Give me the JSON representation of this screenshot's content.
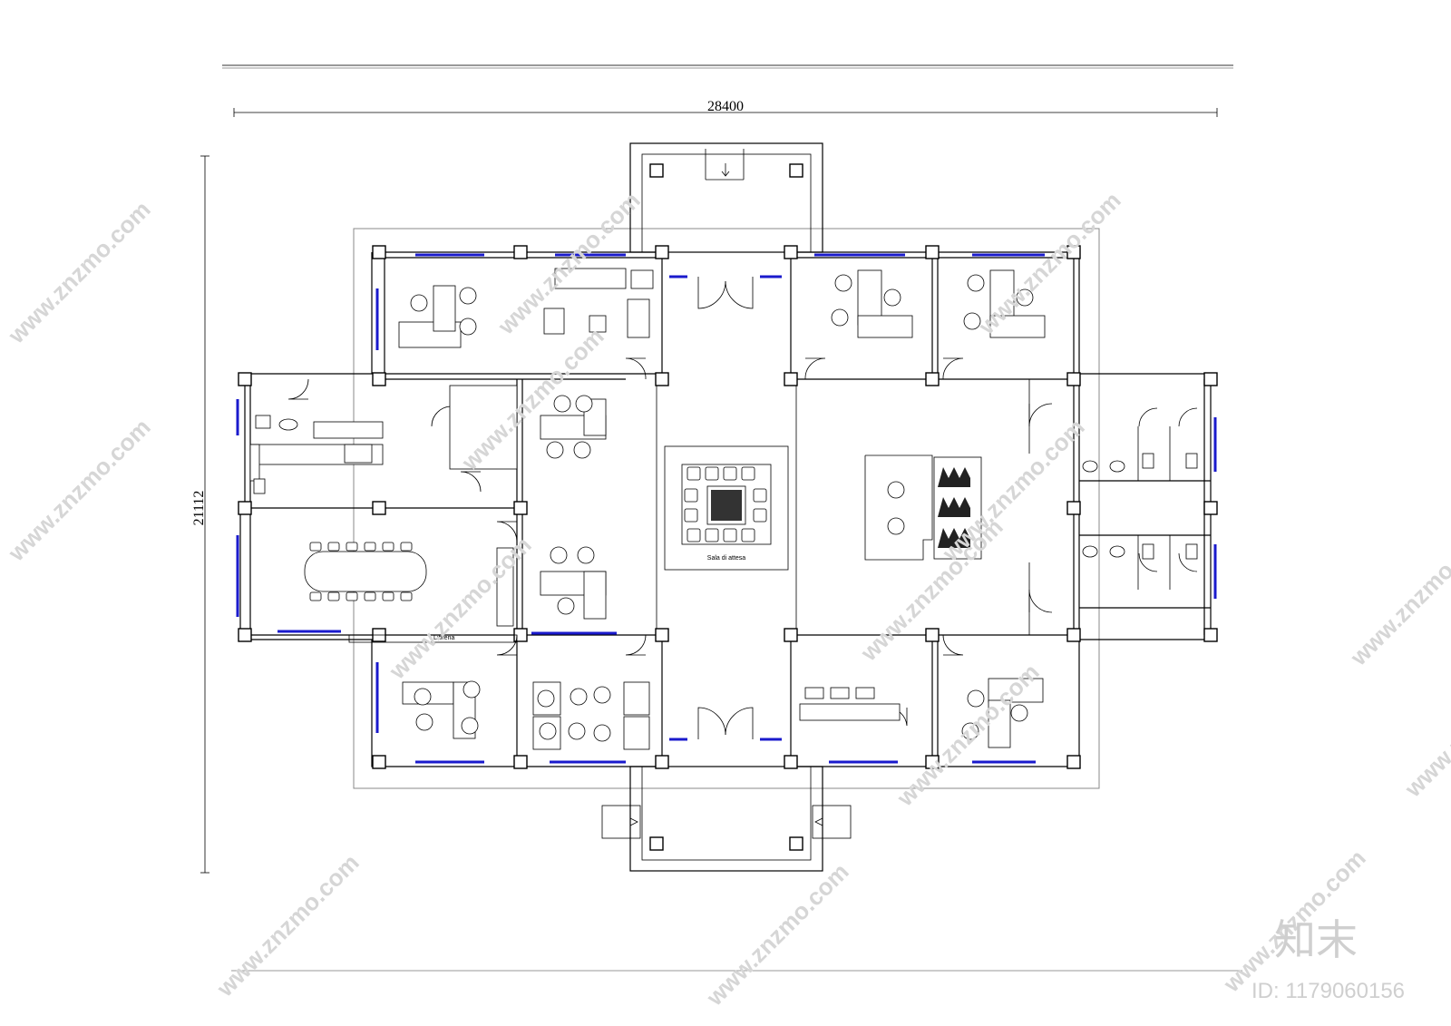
{
  "dimensions": {
    "width_label": "28400",
    "height_label": "21112"
  },
  "room_labels": {
    "waiting": "Sala di attesa",
    "library": "Libreria"
  },
  "watermark": {
    "text": "www.znzmo.com",
    "brand": "知末",
    "id_label": "ID: 1179060156"
  },
  "colors": {
    "line": "#000000",
    "window": "#1a1acc",
    "outline": "#888888",
    "watermark": "#cfcfcf"
  }
}
